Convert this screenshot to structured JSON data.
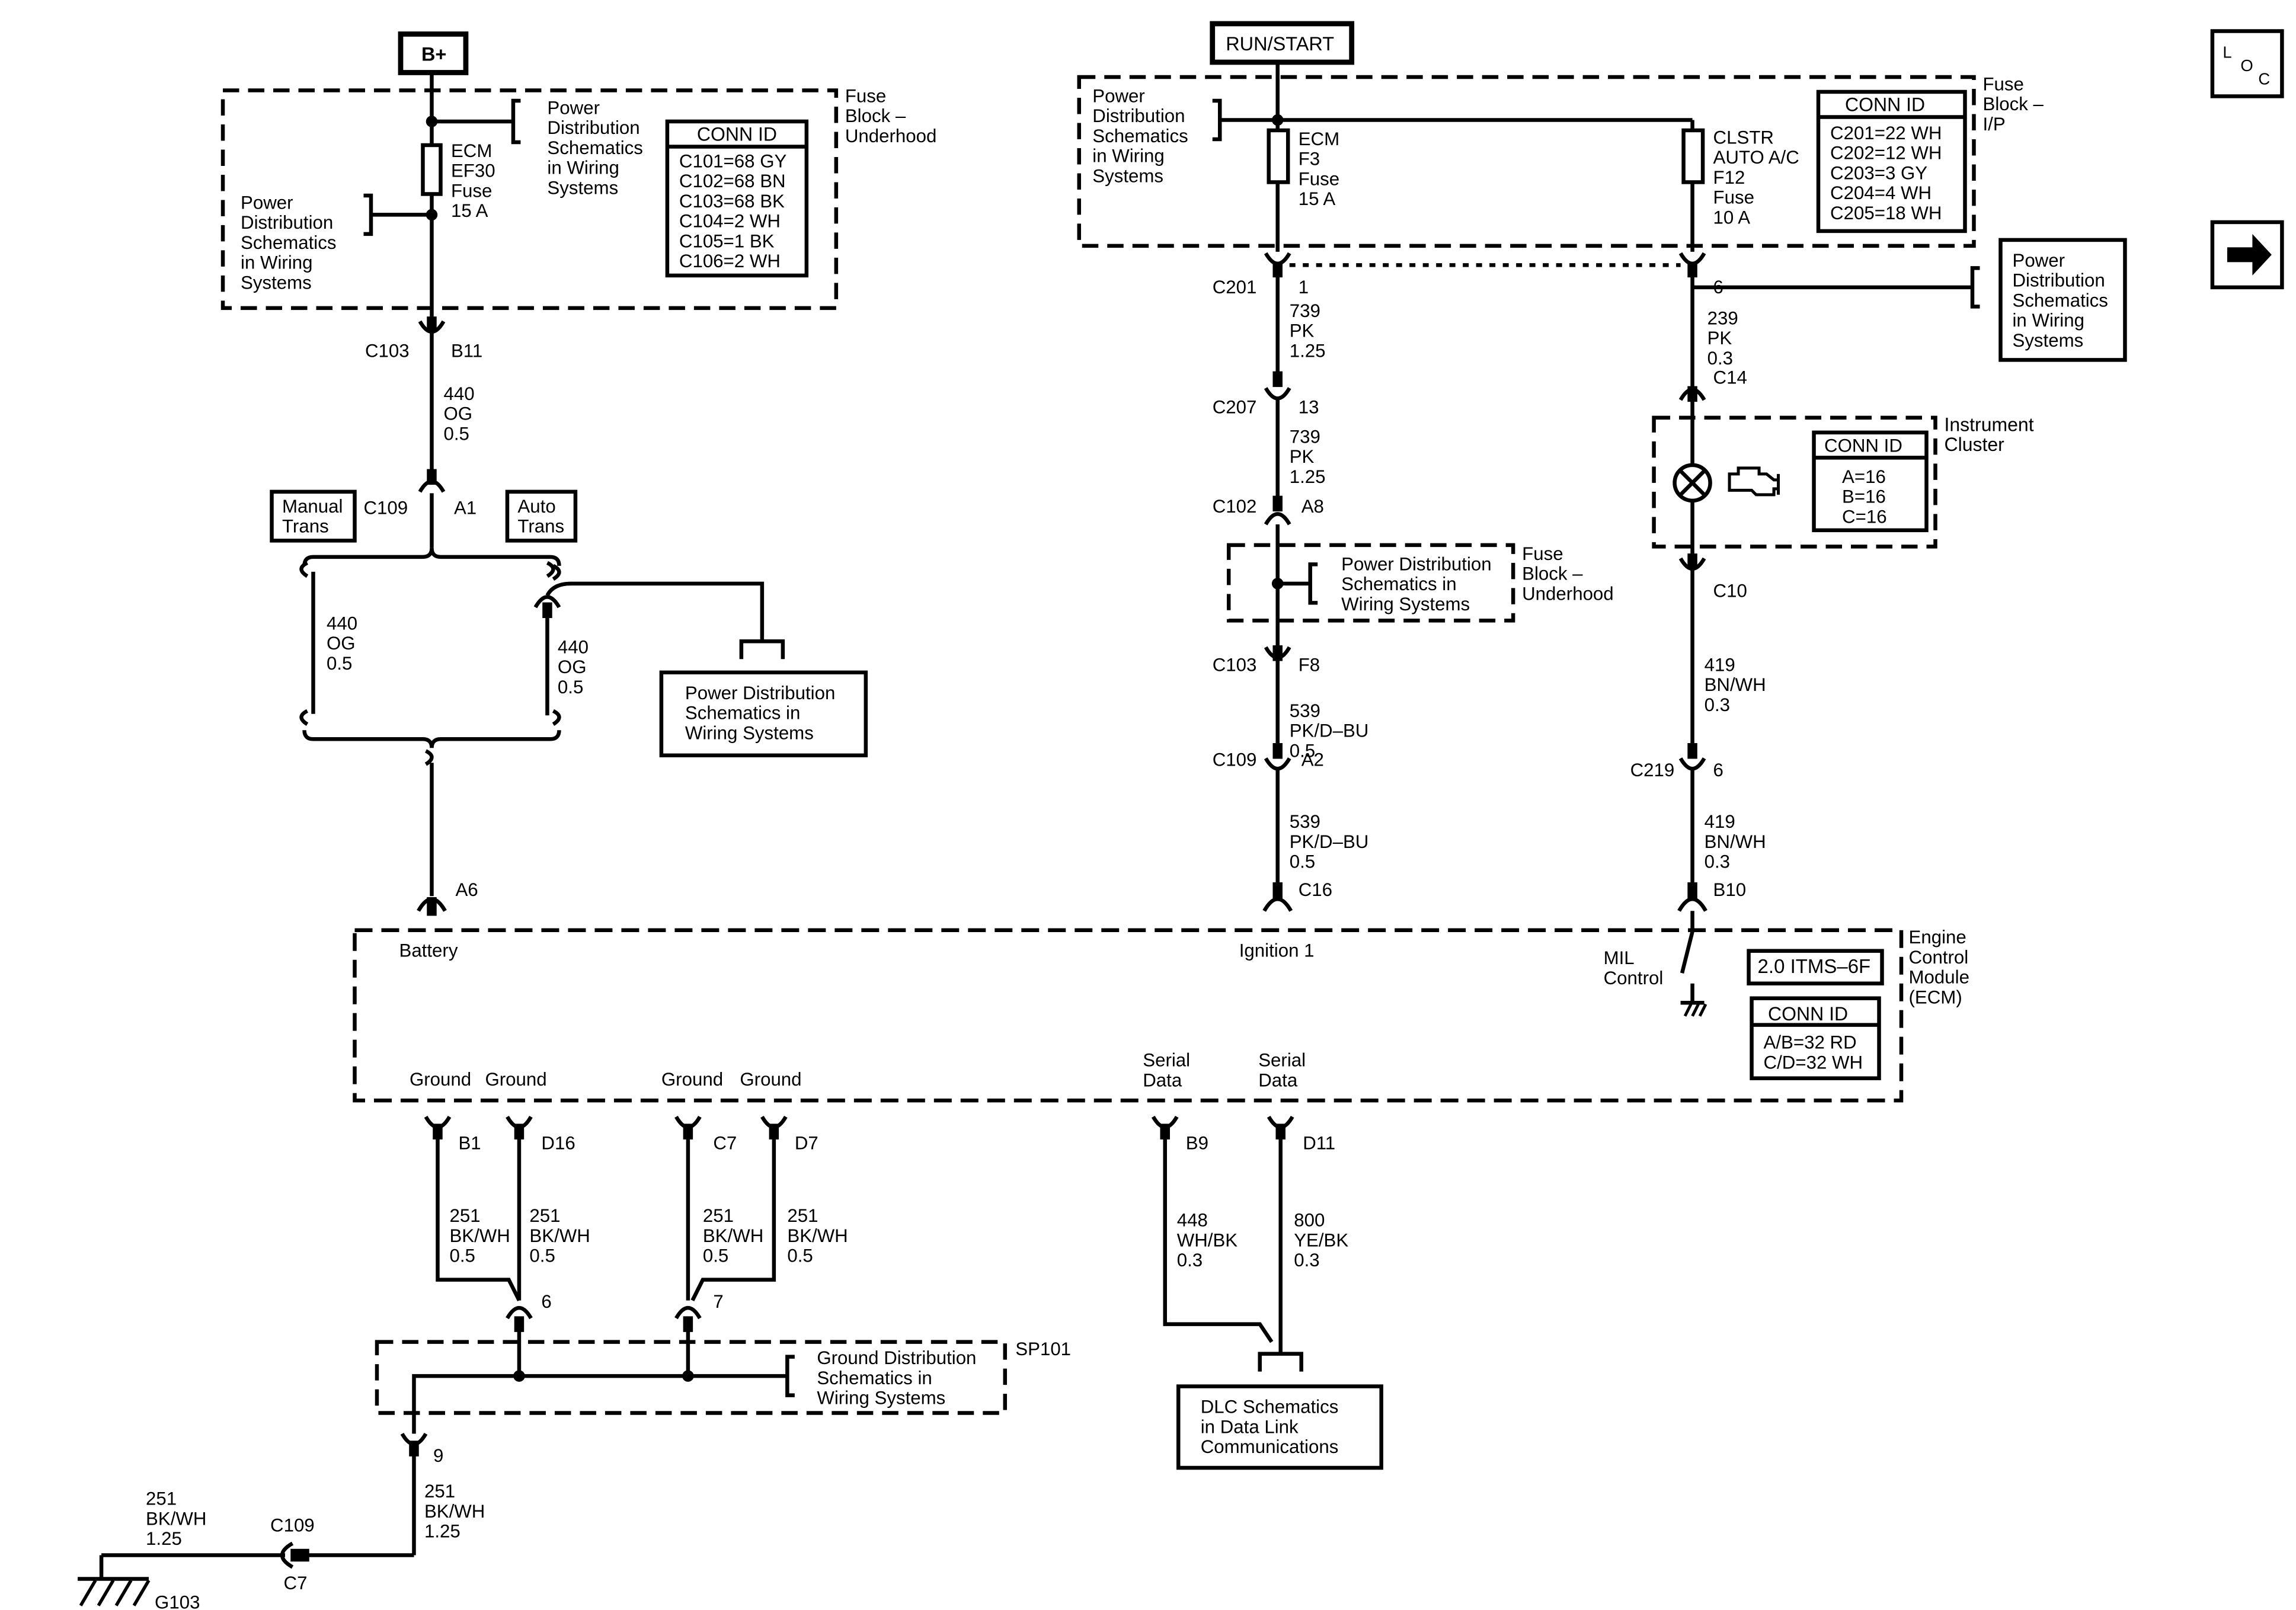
{
  "diagram": {
    "sources": {
      "b_plus": "B+",
      "run_start": "RUN/START"
    },
    "nav": {
      "loc_l": "L",
      "loc_o": "O",
      "loc_c": "C",
      "next_arrow": "next-arrow-icon"
    },
    "texts": [
      [
        "Power",
        "Distribution",
        "Schematics",
        "in Wiring",
        "Systems"
      ],
      [
        "Fuse",
        "Block –",
        "Underhood"
      ],
      [
        "ECM",
        "EF30",
        "Fuse",
        "15 A"
      ],
      [
        "Power",
        "Distribution",
        "Schematics",
        "in Wiring",
        "Systems"
      ],
      [
        "CONN ID"
      ],
      [
        "C101=68 GY",
        "C102=68 BN",
        "C103=68 BK",
        "C104=2 WH",
        "C105=1 BK",
        "C106=2 WH"
      ],
      [
        "C103"
      ],
      [
        "B11"
      ],
      [
        "440",
        "OG",
        "0.5"
      ],
      [
        "Manual",
        "Trans"
      ],
      [
        "C109"
      ],
      [
        "A1"
      ],
      [
        "Auto",
        "Trans"
      ],
      [
        "440",
        "OG",
        "0.5"
      ],
      [
        "440",
        "OG",
        "0.5"
      ],
      [
        "Power Distribution",
        "Schematics in",
        "Wiring Systems"
      ],
      [
        "A6"
      ],
      [
        "Battery"
      ],
      [
        "Power",
        "Distribution",
        "Schematics",
        "in Wiring",
        "Systems"
      ],
      [
        "ECM",
        "F3",
        "Fuse",
        "15 A"
      ],
      [
        "CLSTR",
        "AUTO A/C",
        "F12",
        "Fuse",
        "10 A"
      ],
      [
        "CONN ID"
      ],
      [
        "C201=22 WH",
        "C202=12 WH",
        "C203=3 GY",
        "C204=4 WH",
        "C205=18 WH"
      ],
      [
        "Fuse",
        "Block –",
        "I/P"
      ],
      [
        "C201"
      ],
      [
        "1"
      ],
      [
        "739",
        "PK",
        "1.25"
      ],
      [
        "C207"
      ],
      [
        "13"
      ],
      [
        "739",
        "PK",
        "1.25"
      ],
      [
        "C102"
      ],
      [
        "A8"
      ],
      [
        "Power Distribution",
        "Schematics in",
        "Wiring Systems"
      ],
      [
        "Fuse",
        "Block –",
        "Underhood"
      ],
      [
        "C103"
      ],
      [
        "F8"
      ],
      [
        "539",
        "PK/D–BU",
        "0.5"
      ],
      [
        "C109"
      ],
      [
        "A2"
      ],
      [
        "539",
        "PK/D–BU",
        "0.5"
      ],
      [
        "C16"
      ],
      [
        "Ignition 1"
      ],
      [
        "6"
      ],
      [
        "239",
        "PK",
        "0.3"
      ],
      [
        "C14"
      ],
      [
        "Power",
        "Distribution",
        "Schematics",
        "in Wiring",
        "Systems"
      ],
      [
        "Instrument",
        "Cluster"
      ],
      [
        "CONN ID"
      ],
      [
        "A=16",
        "B=16",
        "C=16"
      ],
      [
        "C10"
      ],
      [
        "419",
        "BN/WH",
        "0.3"
      ],
      [
        "C219"
      ],
      [
        "6"
      ],
      [
        "419",
        "BN/WH",
        "0.3"
      ],
      [
        "B10"
      ],
      [
        "MIL",
        "Control"
      ],
      [
        "2.0 ITMS–6F"
      ],
      [
        "CONN ID"
      ],
      [
        "A/B=32 RD",
        "C/D=32 WH"
      ],
      [
        "Engine",
        "Control",
        "Module",
        "(ECM)"
      ],
      [
        "Ground"
      ],
      [
        "Ground"
      ],
      [
        "Ground"
      ],
      [
        "Ground"
      ],
      [
        "Serial",
        "Data"
      ],
      [
        "Serial",
        "Data"
      ],
      [
        "B1"
      ],
      [
        "D16"
      ],
      [
        "C7"
      ],
      [
        "D7"
      ],
      [
        "B9"
      ],
      [
        "D11"
      ],
      [
        "251",
        "BK/WH",
        "0.5"
      ],
      [
        "251",
        "BK/WH",
        "0.5"
      ],
      [
        "251",
        "BK/WH",
        "0.5"
      ],
      [
        "251",
        "BK/WH",
        "0.5"
      ],
      [
        "448",
        "WH/BK",
        "0.3"
      ],
      [
        "800",
        "YE/BK",
        "0.3"
      ],
      [
        "6"
      ],
      [
        "7"
      ],
      [
        "SP101"
      ],
      [
        "Ground Distribution",
        "Schematics in",
        "Wiring Systems"
      ],
      [
        "9"
      ],
      [
        "251",
        "BK/WH",
        "1.25"
      ],
      [
        "251",
        "BK/WH",
        "1.25"
      ],
      [
        "C109"
      ],
      [
        "C7"
      ],
      [
        "G103"
      ],
      [
        "DLC Schematics",
        "in Data Link",
        "Communications"
      ]
    ]
  }
}
